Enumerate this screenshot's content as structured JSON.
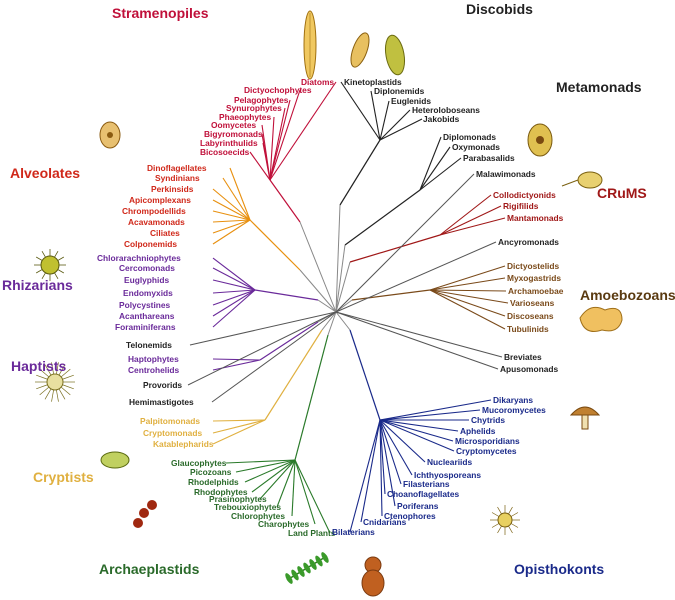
{
  "colors": {
    "stramenopiles": "#c0103a",
    "alveolates": "#e8900f",
    "rhizarians": "#6a2a9a",
    "haptists": "#6a2a9a",
    "cryptists": "#e0b040",
    "archaeplastids": "#2a7a2a",
    "opisthokonts": "#1a2a8a",
    "amoebozoans": "#7a4a1a",
    "crums": "#a01818",
    "discobids": "#222222",
    "metamonads": "#222222",
    "other": "#333333"
  },
  "supergroups": [
    {
      "key": "stramenopiles",
      "label": "Stramenopiles",
      "color": "#c0103a"
    },
    {
      "key": "discobids",
      "label": "Discobids",
      "color": "#222222"
    },
    {
      "key": "metamonads",
      "label": "Metamonads",
      "color": "#222222"
    },
    {
      "key": "alveolates",
      "label": "Alveolates",
      "color": "#d0281a"
    },
    {
      "key": "crums",
      "label": "CRuMS",
      "color": "#a01818"
    },
    {
      "key": "amoebozoans",
      "label": "Amoebozoans",
      "color": "#5a3a10"
    },
    {
      "key": "rhizarians",
      "label": "Rhizarians",
      "color": "#6a2a9a"
    },
    {
      "key": "haptists",
      "label": "Haptists",
      "color": "#6a2a9a"
    },
    {
      "key": "cryptists",
      "label": "Cryptists",
      "color": "#e0b040"
    },
    {
      "key": "archaeplastids",
      "label": "Archaeplastids",
      "color": "#2a6a2a"
    },
    {
      "key": "opisthokonts",
      "label": "Opisthokonts",
      "color": "#1a2a8a"
    }
  ],
  "taxa": [
    {
      "name": "Diatoms",
      "color": "#c0103a"
    },
    {
      "name": "Dictyochophytes",
      "color": "#c0103a"
    },
    {
      "name": "Pelagophytes",
      "color": "#c0103a"
    },
    {
      "name": "Synurophytes",
      "color": "#c0103a"
    },
    {
      "name": "Phaeophytes",
      "color": "#c0103a"
    },
    {
      "name": "Oomycetes",
      "color": "#c0103a"
    },
    {
      "name": "Bigyromonads",
      "color": "#c0103a"
    },
    {
      "name": "Labyrinthulids",
      "color": "#c0103a"
    },
    {
      "name": "Bicosoecids",
      "color": "#c0103a"
    },
    {
      "name": "Dinoflagellates",
      "color": "#d0281a"
    },
    {
      "name": "Syndinians",
      "color": "#d0281a"
    },
    {
      "name": "Perkinsids",
      "color": "#d0281a"
    },
    {
      "name": "Apicomplexans",
      "color": "#d0281a"
    },
    {
      "name": "Chrompodellids",
      "color": "#d0281a"
    },
    {
      "name": "Acavamonads",
      "color": "#d0281a"
    },
    {
      "name": "Ciliates",
      "color": "#d0281a"
    },
    {
      "name": "Colponemids",
      "color": "#d0281a"
    },
    {
      "name": "Chlorarachniophytes",
      "color": "#6a2a9a"
    },
    {
      "name": "Cercomonads",
      "color": "#6a2a9a"
    },
    {
      "name": "Euglyphids",
      "color": "#6a2a9a"
    },
    {
      "name": "Endomyxids",
      "color": "#6a2a9a"
    },
    {
      "name": "Polycystines",
      "color": "#6a2a9a"
    },
    {
      "name": "Acanthareans",
      "color": "#6a2a9a"
    },
    {
      "name": "Foraminiferans",
      "color": "#6a2a9a"
    },
    {
      "name": "Telonemids",
      "color": "#222222"
    },
    {
      "name": "Haptophytes",
      "color": "#6a2a9a"
    },
    {
      "name": "Centrohelids",
      "color": "#6a2a9a"
    },
    {
      "name": "Provorids",
      "color": "#222222"
    },
    {
      "name": "Hemimastigotes",
      "color": "#222222"
    },
    {
      "name": "Palpitomonads",
      "color": "#e0b040"
    },
    {
      "name": "Cryptomonads",
      "color": "#e0b040"
    },
    {
      "name": "Katablepharids",
      "color": "#e0b040"
    },
    {
      "name": "Glaucophytes",
      "color": "#2a6a2a"
    },
    {
      "name": "Picozoans",
      "color": "#2a6a2a"
    },
    {
      "name": "Rhodelphids",
      "color": "#2a6a2a"
    },
    {
      "name": "Rhodophytes",
      "color": "#2a6a2a"
    },
    {
      "name": "Prasinophytes",
      "color": "#2a6a2a"
    },
    {
      "name": "Trebouxiophytes",
      "color": "#2a6a2a"
    },
    {
      "name": "Chlorophytes",
      "color": "#2a6a2a"
    },
    {
      "name": "Charophytes",
      "color": "#2a6a2a"
    },
    {
      "name": "Land Plants",
      "color": "#2a6a2a"
    },
    {
      "name": "Kinetoplastids",
      "color": "#222222"
    },
    {
      "name": "Diplonemids",
      "color": "#222222"
    },
    {
      "name": "Euglenids",
      "color": "#222222"
    },
    {
      "name": "Heteroloboseans",
      "color": "#222222"
    },
    {
      "name": "Jakobids",
      "color": "#222222"
    },
    {
      "name": "Diplomonads",
      "color": "#222222"
    },
    {
      "name": "Oxymonads",
      "color": "#222222"
    },
    {
      "name": "Parabasalids",
      "color": "#222222"
    },
    {
      "name": "Malawimonads",
      "color": "#222222"
    },
    {
      "name": "Collodictyonids",
      "color": "#a01818"
    },
    {
      "name": "Rigifilids",
      "color": "#a01818"
    },
    {
      "name": "Mantamonads",
      "color": "#a01818"
    },
    {
      "name": "Ancyromonads",
      "color": "#222222"
    },
    {
      "name": "Dictyostelids",
      "color": "#7a4a1a"
    },
    {
      "name": "Myxogastrids",
      "color": "#7a4a1a"
    },
    {
      "name": "Archamoebae",
      "color": "#7a4a1a"
    },
    {
      "name": "Varioseans",
      "color": "#7a4a1a"
    },
    {
      "name": "Discoseans",
      "color": "#7a4a1a"
    },
    {
      "name": "Tubulinids",
      "color": "#7a4a1a"
    },
    {
      "name": "Breviates",
      "color": "#222222"
    },
    {
      "name": "Apusomonads",
      "color": "#222222"
    },
    {
      "name": "Dikaryans",
      "color": "#1a2a8a"
    },
    {
      "name": "Mucoromycetes",
      "color": "#1a2a8a"
    },
    {
      "name": "Chytrids",
      "color": "#1a2a8a"
    },
    {
      "name": "Aphelids",
      "color": "#1a2a8a"
    },
    {
      "name": "Microsporidians",
      "color": "#1a2a8a"
    },
    {
      "name": "Cryptomycetes",
      "color": "#1a2a8a"
    },
    {
      "name": "Nucleariids",
      "color": "#1a2a8a"
    },
    {
      "name": "Ichthyosporeans",
      "color": "#1a2a8a"
    },
    {
      "name": "Filasterians",
      "color": "#1a2a8a"
    },
    {
      "name": "Choanoflagellates",
      "color": "#1a2a8a"
    },
    {
      "name": "Poriferans",
      "color": "#1a2a8a"
    },
    {
      "name": "Ctenophores",
      "color": "#1a2a8a"
    },
    {
      "name": "Cnidarians",
      "color": "#1a2a8a"
    },
    {
      "name": "Bilaterians",
      "color": "#1a2a8a"
    }
  ],
  "illustrations": [
    {
      "name": "diatom-illustration"
    },
    {
      "name": "dinoflagellate-illustration"
    },
    {
      "name": "euglenid-illustration"
    },
    {
      "name": "metamonad-illustration"
    },
    {
      "name": "crums-illustration"
    },
    {
      "name": "amoeba-illustration"
    },
    {
      "name": "radiolarian-illustration"
    },
    {
      "name": "haptist-illustration"
    },
    {
      "name": "cryptist-illustration"
    },
    {
      "name": "red-alga-illustration"
    },
    {
      "name": "plant-leaf-illustration"
    },
    {
      "name": "orangutan-illustration"
    },
    {
      "name": "mushroom-illustration"
    },
    {
      "name": "choanoflagellate-illustration"
    }
  ]
}
